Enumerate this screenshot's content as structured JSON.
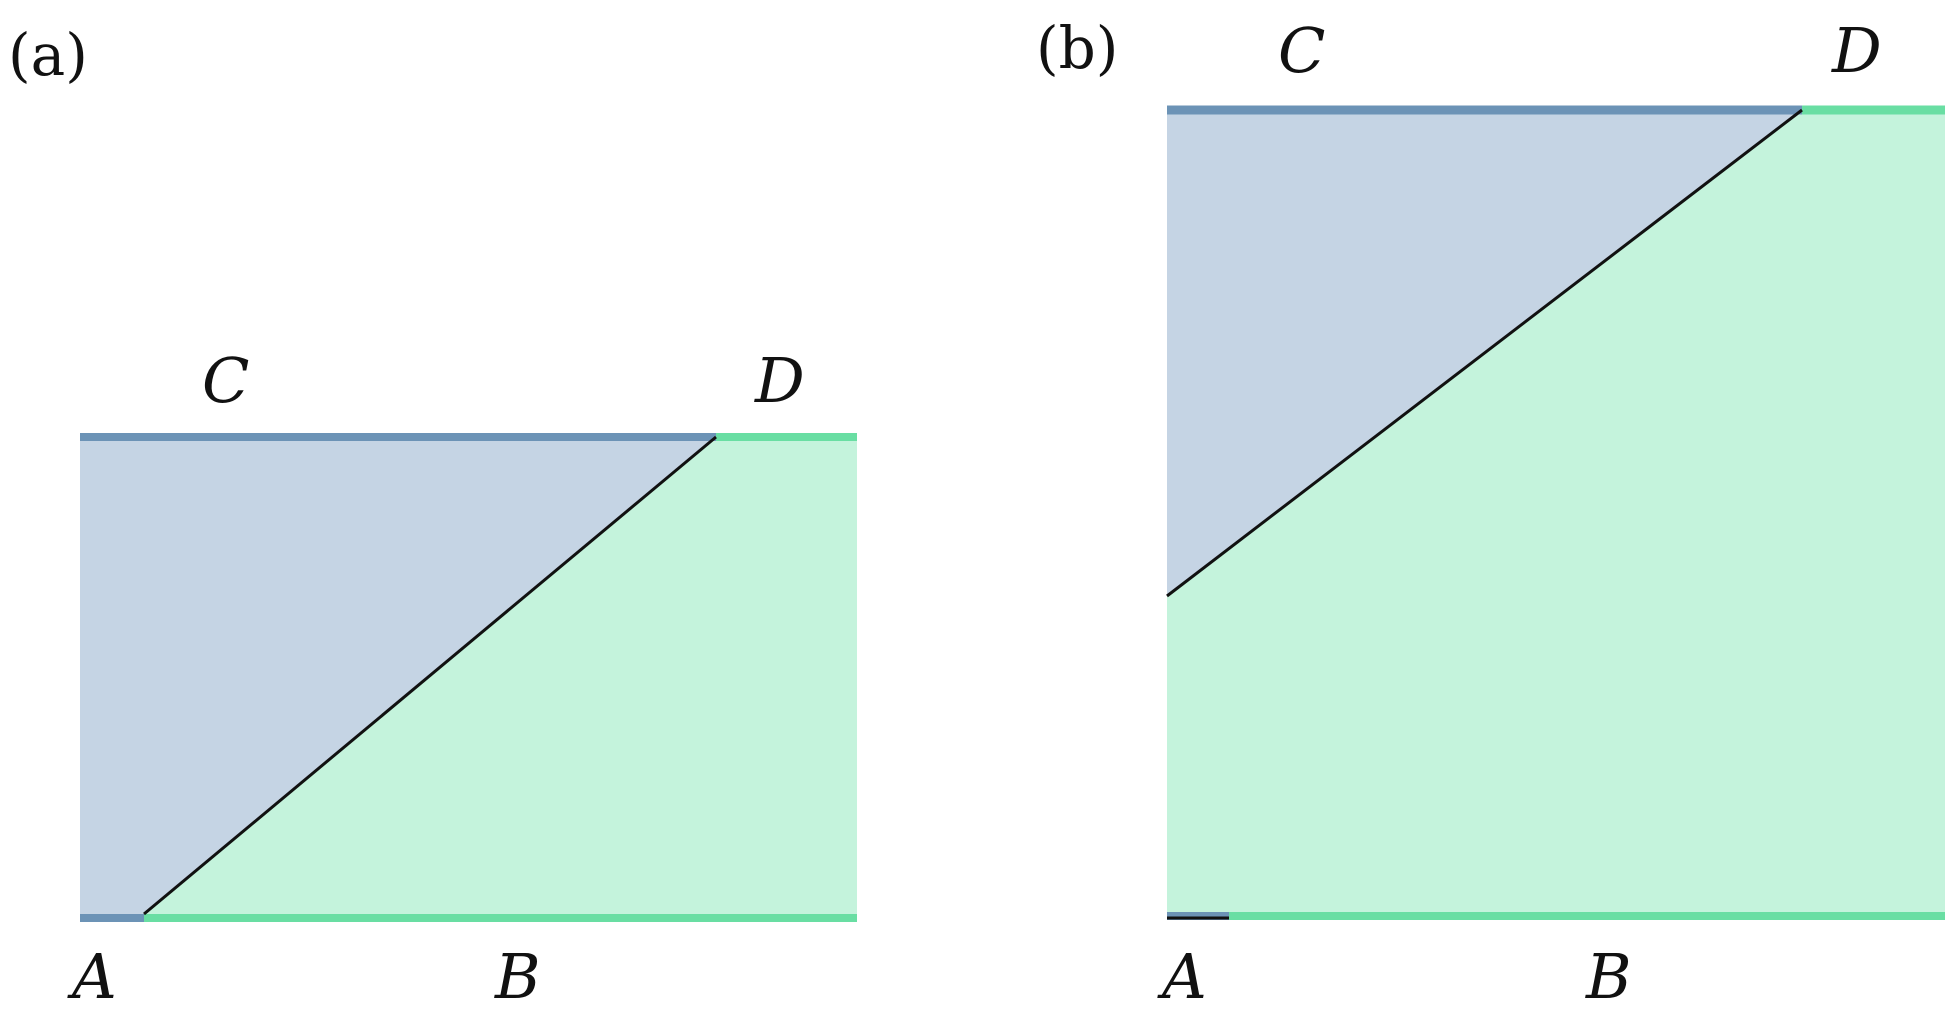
{
  "colors": {
    "region_c_fill": "#c5d4e4",
    "region_d_fill": "#c4f3dc",
    "edge_c": "#6c93b6",
    "edge_d": "#69dea3",
    "cut_line": "#111111"
  },
  "panels": [
    {
      "label": "(a)",
      "points": {
        "A": "A",
        "B": "B",
        "C": "C",
        "D": "D"
      }
    },
    {
      "label": "(b)",
      "points": {
        "A": "A",
        "B": "B",
        "C": "C",
        "D": "D"
      }
    }
  ]
}
